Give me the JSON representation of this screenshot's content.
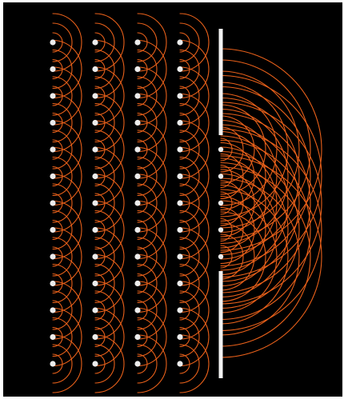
{
  "diagram": {
    "background_color": "#000000",
    "wave_color": "#e8601a",
    "source_color": "#ececec",
    "barrier_color": "#f2f2f2",
    "source_columns": 4,
    "source_rows": 13,
    "slit_sources": 5,
    "barrier_segments": 2
  }
}
